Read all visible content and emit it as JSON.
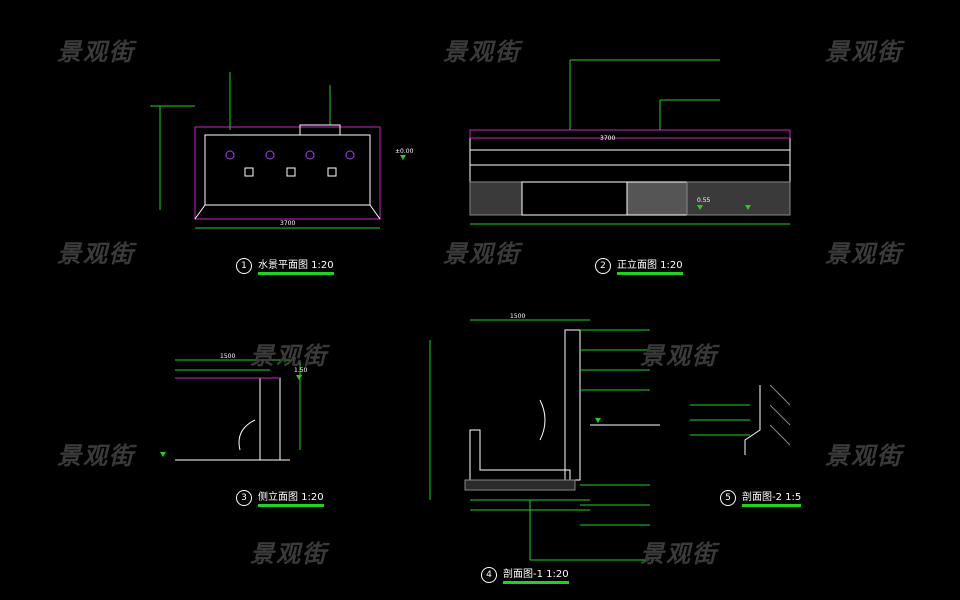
{
  "watermark": "景观街",
  "views": [
    {
      "num": "1",
      "title": "水景平面图 1:20"
    },
    {
      "num": "2",
      "title": "正立面图 1:20"
    },
    {
      "num": "3",
      "title": "侧立面图 1:20"
    },
    {
      "num": "4",
      "title": "剖面图-1 1:20"
    },
    {
      "num": "5",
      "title": "剖面图-2 1:5"
    }
  ],
  "dims": {
    "plan_width": "3700",
    "elev_width": "3700",
    "side_width": "1500",
    "section_width": "1500",
    "level_zero": "±0.00",
    "level_top": "1.50",
    "level_water": "0.55"
  },
  "colors": {
    "line": "#22d022",
    "wall": "#d020d0",
    "text": "#ffffff",
    "watermark": "#3a3a3a"
  }
}
